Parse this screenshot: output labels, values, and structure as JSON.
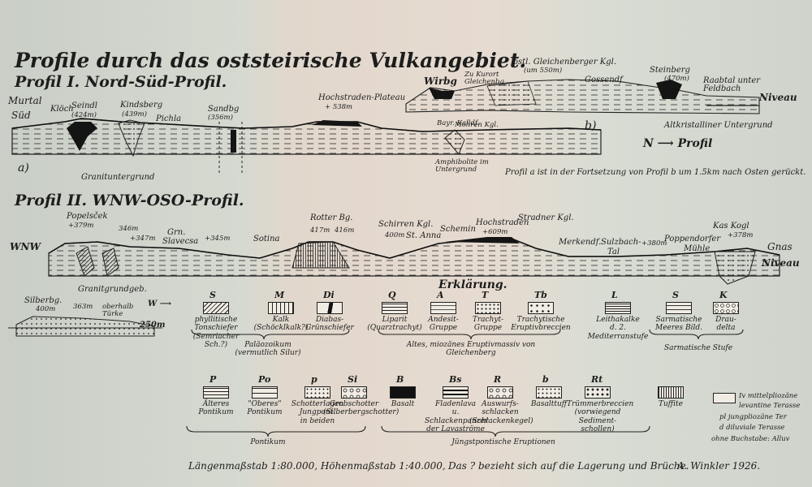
{
  "title": "Profile durch das oststeirische Vulkangebiet.",
  "profile1": {
    "heading": "Profil I. Nord-Süd-Profil.",
    "part_a": "a)",
    "part_b": "b)",
    "left_top": "Murtal",
    "left_bottom": "Süd",
    "places": [
      "Klöch",
      "Seindl",
      "(424m)",
      "Kindsberg",
      "(439m)",
      "Pichla",
      "Sandbg",
      "(356m)",
      "Hochstraden-Plateau",
      "+ 538m",
      "Wirbg",
      "Zu Kurort Gleichenbg",
      "östl. Gleichenberger Kgl.",
      "(um 550m)",
      "Gossendf",
      "Steinberg",
      "(470m)",
      "Raabtal unter Feldbach"
    ],
    "subsurface": [
      "Granituntergrund",
      "Amphibolite im Untergrund",
      "Altkristalliner Untergrund",
      "Bayr. Kalldf.",
      "Mohren Kgl."
    ],
    "level": "Niveau",
    "direction": "N ⟶ Profil",
    "note": "Profil a ist in der Fortsetzung von Profil b um 1.5km nach Osten gerückt."
  },
  "profile2": {
    "heading": "Profil II. WNW-OSO-Profil.",
    "left": "WNW",
    "right": "Gnas",
    "places": [
      "Popelsček",
      "+379m",
      "346m",
      "+347m",
      "Grn.",
      "Slavecsa",
      "+345m",
      "Sotina",
      "Rotter Bg.",
      "417m",
      "416m",
      "Schirren Kgl.",
      "400m",
      "St. Anna",
      "Schemin",
      "Hochstraden",
      "+609m",
      "Stradner Kgl.",
      "Merkendf.",
      "Sulzbach-",
      "Tal",
      "+380m",
      "Poppendorfer",
      "Mühle",
      "Kas Kogl",
      "+378m"
    ],
    "subsurface": "Granitgrundgeb.",
    "level": "Niveau"
  },
  "inset": {
    "place": "Silberbg.",
    "height1": "400m",
    "height2": "363m",
    "label": "oberhalb Türke",
    "scale": "250m",
    "arrow": "W ⟶"
  },
  "legend": {
    "heading": "Erklärung.",
    "row1": [
      {
        "sym": "S",
        "text": "phyllitische Tonschiefer\n(Semriacher Sch.?)"
      },
      {
        "sym": "M",
        "text": "Kalk\n(Schöcklkalk?)"
      },
      {
        "sym": "Di",
        "text": "Diabas-\nGrünschiefer"
      },
      {
        "sym": "Q",
        "text": "Liparit\n(Quarztrachyt)"
      },
      {
        "sym": "A",
        "text": "Andesit-\nGruppe"
      },
      {
        "sym": "T",
        "text": "Trachyt-\nGruppe"
      },
      {
        "sym": "Tb",
        "text": "Trachytische\nEruptivbreccien"
      },
      {
        "sym": "L",
        "text": "Leithakalke\nd. 2. Mediterranstufe"
      },
      {
        "sym": "S",
        "text": "Sarmatische\nMeeres Bild."
      },
      {
        "sym": "K",
        "text": "Drau-\ndelta"
      }
    ],
    "group1": "Paläozoikum\n(vermutlich Silur)",
    "group2": "Altes, miozänes Eruptivmassiv von\nGleichenberg",
    "group3": "Sarmatische Stufe",
    "row2": [
      {
        "sym": "P",
        "text": "Älteres\nPontikum"
      },
      {
        "sym": "Po",
        "text": "\"Oberes\"\nPontikum"
      },
      {
        "sym": "p",
        "text": "Schotterlagen Jungpont.\nin beiden"
      },
      {
        "sym": "Si",
        "text": "Grobschotter\n(Silberbergschotter)"
      },
      {
        "sym": "B",
        "text": "Basalt"
      },
      {
        "sym": "Bs",
        "text": "Fladenlava\nu. Schlackenpanzer\nder Lavaströme"
      },
      {
        "sym": "R",
        "text": "Auswurfs-\nschlacken\n(Schlackenkegel)"
      },
      {
        "sym": "b",
        "text": "Basalttuff"
      },
      {
        "sym": "Rt",
        "text": "Trümmerbreccien\n(vorwiegend Sediment-\nschollen)"
      },
      {
        "sym": "",
        "text": "Tuffite"
      }
    ],
    "group4": "Pontikum",
    "group5": "Jüngstpontische Eruptionen",
    "terraces": [
      "Iv mittelpliozäne",
      "levantine Terasse",
      "pl jungpliozäne Ter",
      "d diluviale Terasse",
      "ohne Buchstabe: Alluv"
    ]
  },
  "footer": {
    "scale": "Längenmaßstab 1:80.000, Höhenmaßstab 1:40.000,",
    "note": "Das ? bezieht sich auf die Lagerung und Brüche.",
    "author": "A. Winkler 1926."
  },
  "colors": {
    "ink": "#1c1d1c",
    "paper": "#d6d9d0",
    "basalt": "#141414"
  }
}
